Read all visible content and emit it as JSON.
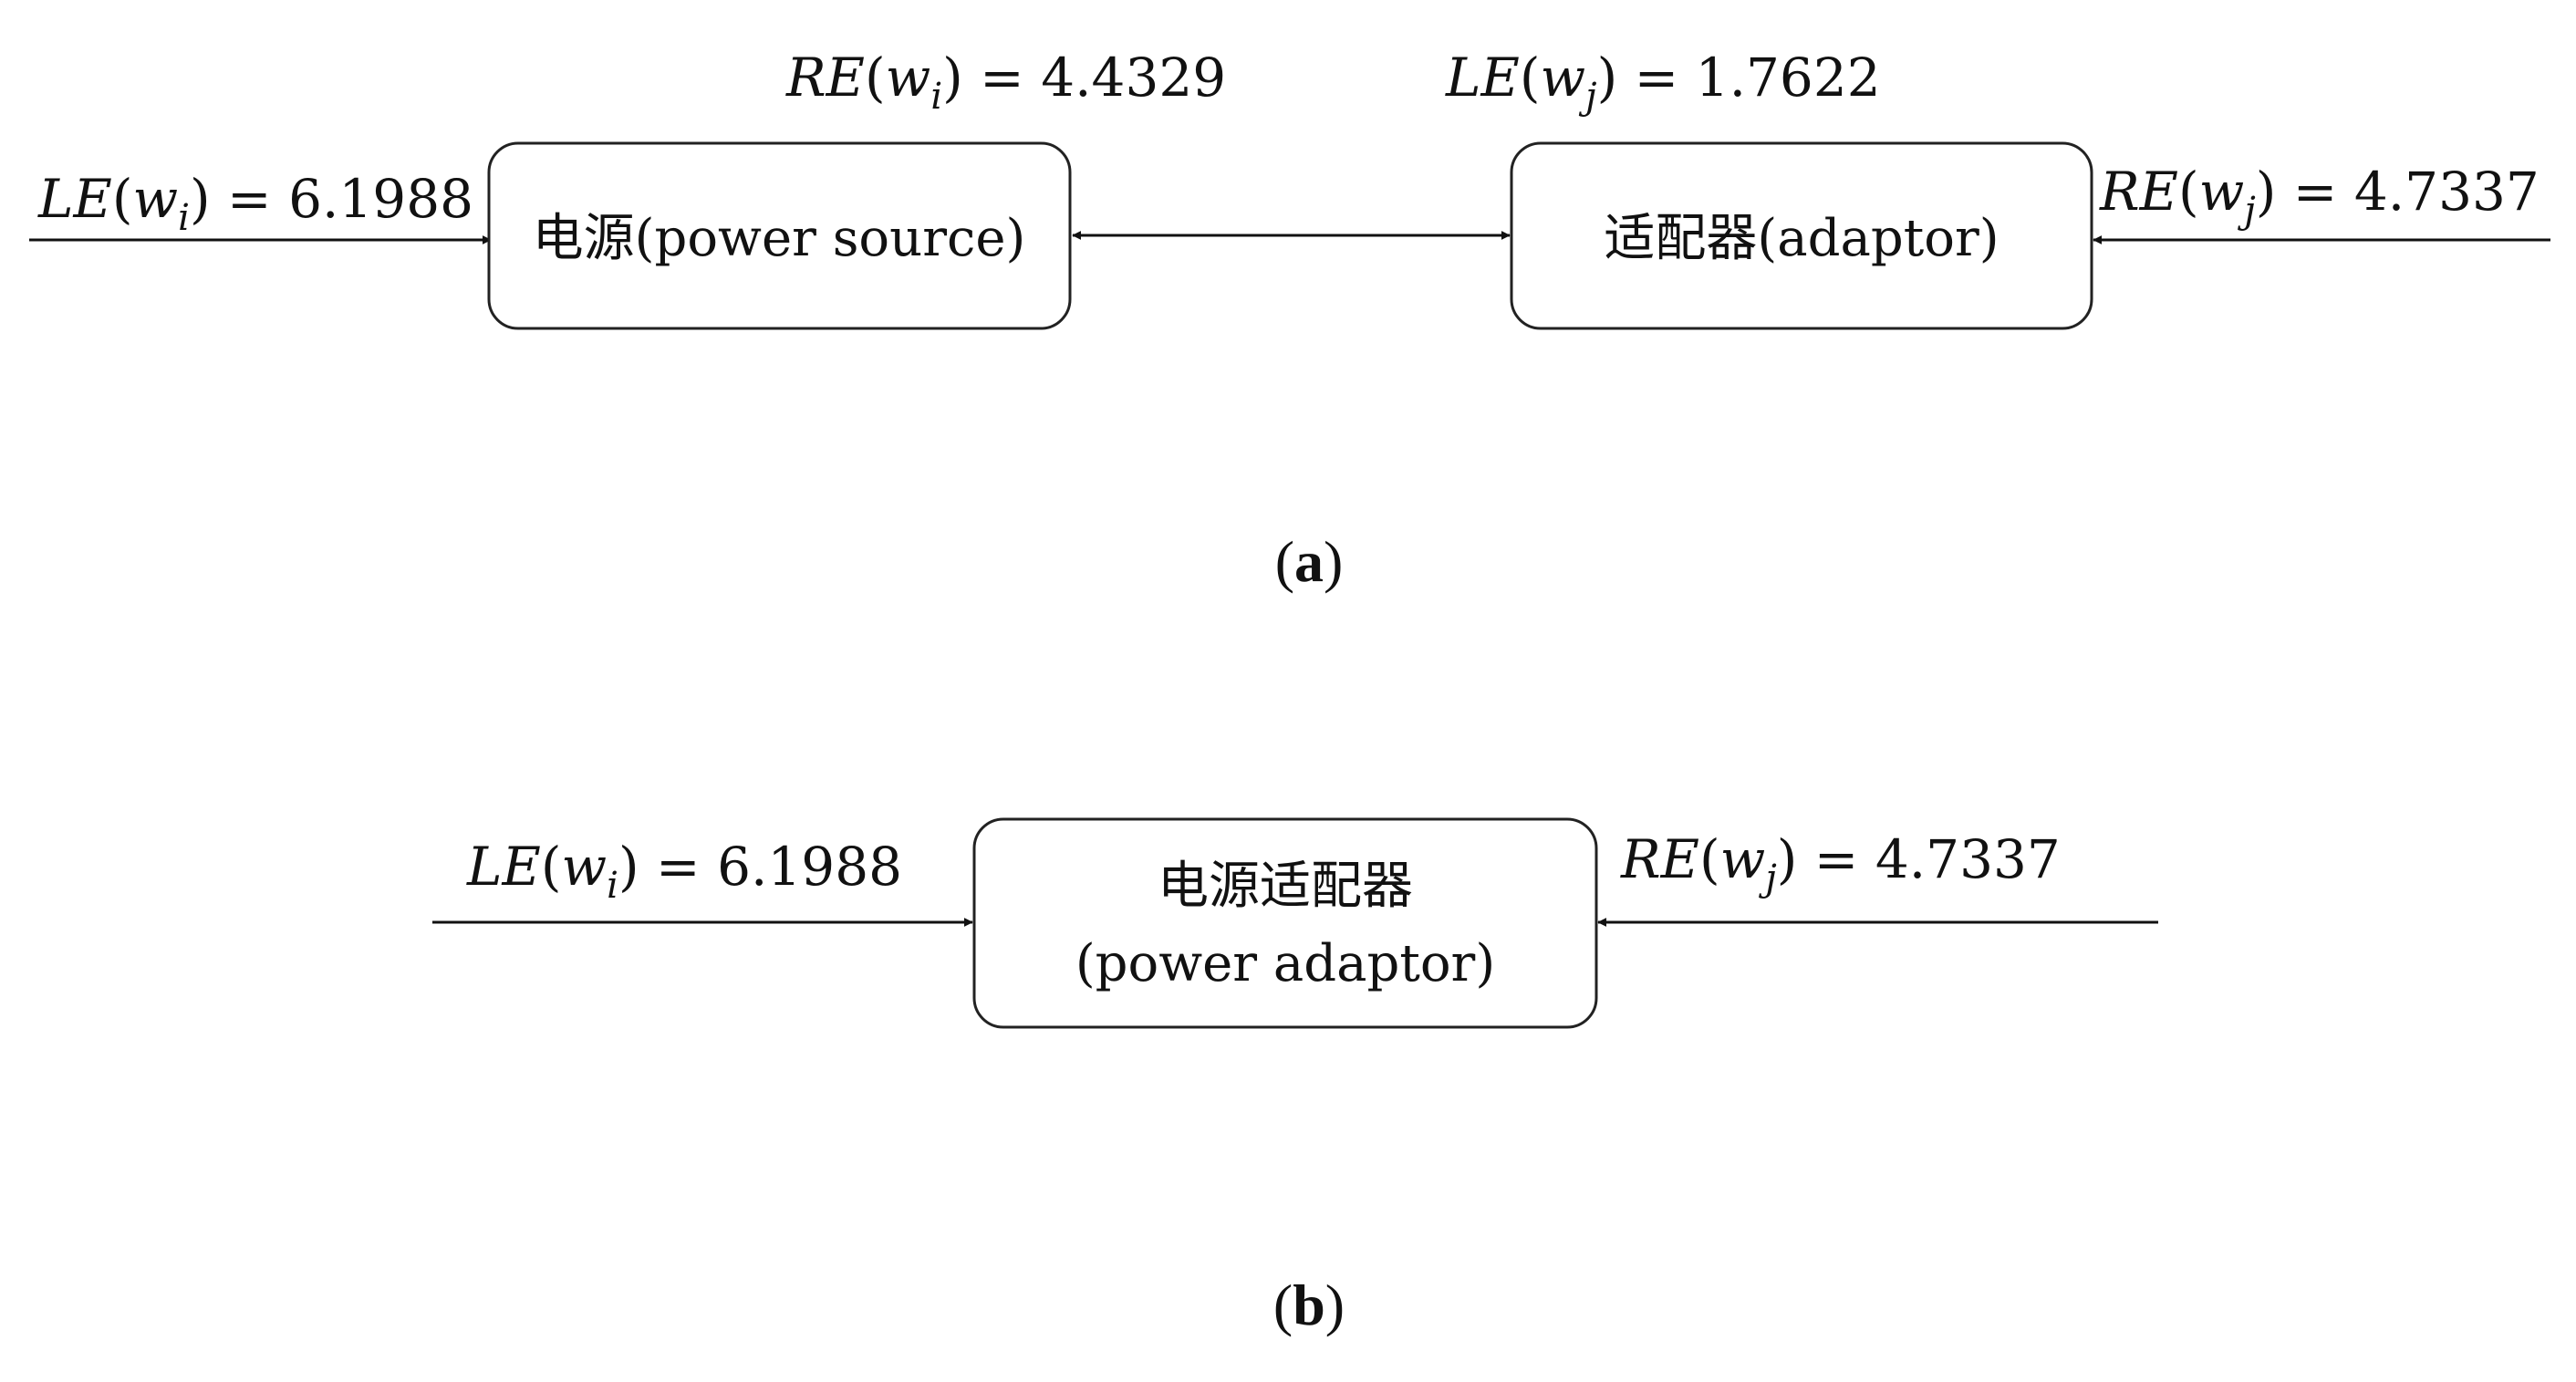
{
  "panel_a": {
    "label": "a",
    "box_source": "电源(power source)",
    "box_adaptor": "适配器(adaptor)",
    "left_input": {
      "fn": "LE",
      "var": "w",
      "sub": "i",
      "value": "6.1988"
    },
    "source_right": {
      "fn": "RE",
      "var": "w",
      "sub": "i",
      "value": "4.4329"
    },
    "adaptor_left": {
      "fn": "LE",
      "var": "w",
      "sub": "j",
      "value": "1.7622"
    },
    "right_input": {
      "fn": "RE",
      "var": "w",
      "sub": "j",
      "value": "4.7337"
    }
  },
  "panel_b": {
    "label": "b",
    "box_line1": "电源适配器",
    "box_line2": "(power adaptor)",
    "left_input": {
      "fn": "LE",
      "var": "w",
      "sub": "i",
      "value": "6.1988"
    },
    "right_input": {
      "fn": "RE",
      "var": "w",
      "sub": "j",
      "value": "4.7337"
    }
  },
  "colors": {
    "stroke": "#222222",
    "text": "#111111",
    "background": "#ffffff"
  }
}
